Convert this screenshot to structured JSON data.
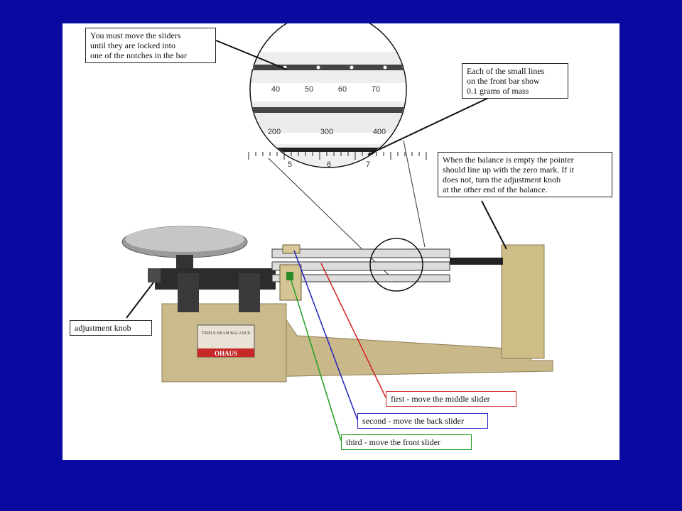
{
  "callouts": {
    "sliders_note": [
      "You must move the sliders",
      "until they are locked into",
      "one of the notches in the bar"
    ],
    "small_lines_note": [
      "Each of the small lines",
      "on the front bar show",
      "0.1 grams of mass"
    ],
    "pointer_note": [
      "When the balance is empty the pointer",
      "should line up with the zero mark.  If it",
      "does not, turn the adjustment knob",
      "at the other end of the balance."
    ],
    "adjustment_knob": "adjustment knob",
    "first_step": "first - move the middle slider",
    "second_step": "second - move the back slider",
    "third_step": "third - move the front slider"
  },
  "beam_scale": {
    "back_ticks": [
      "40",
      "50",
      "60",
      "70"
    ],
    "middle_ticks": [
      "200",
      "300",
      "400"
    ],
    "front_ticks": [
      "5",
      "6",
      "7"
    ]
  },
  "device_label": {
    "brand": "OHAUS",
    "name": "TRIPLE BEAM BALANCE"
  },
  "colors": {
    "background": "#0a0aa0",
    "first_step": "#d02020",
    "second_step": "#2020c0",
    "third_step": "#20a020",
    "base": "#c9b98a"
  }
}
